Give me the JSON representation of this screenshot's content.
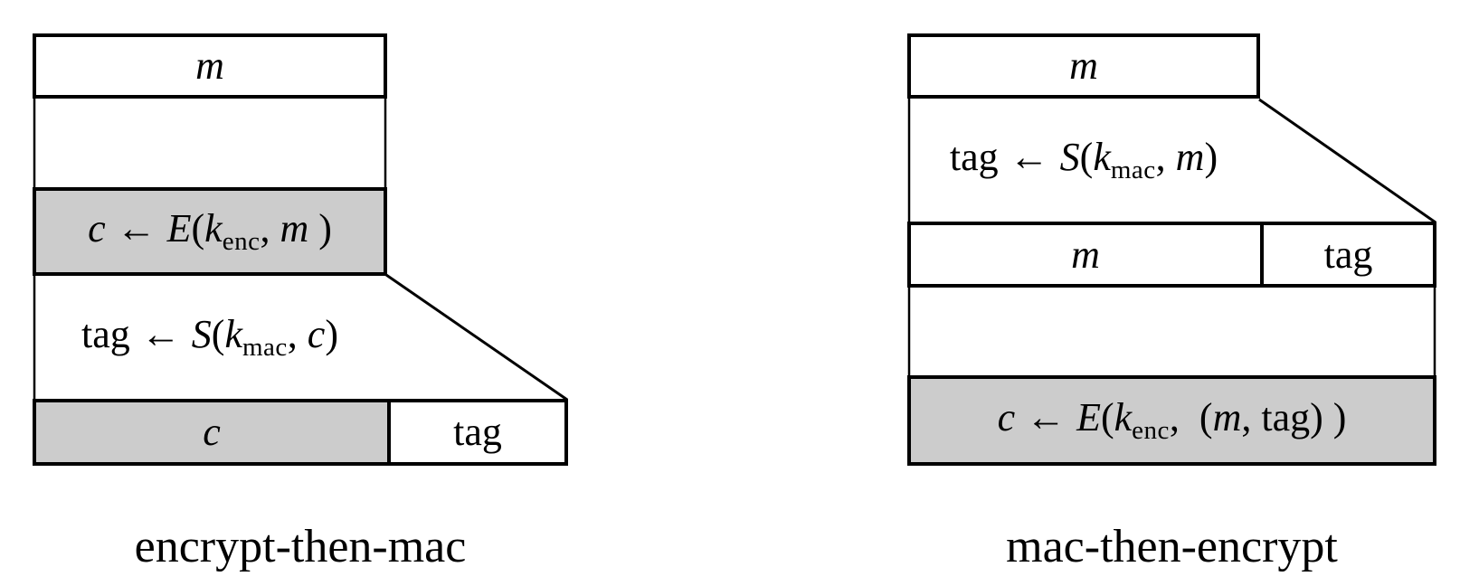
{
  "figure": {
    "background": "#ffffff",
    "line_color": "#000000",
    "shaded_fill": "#cccccc",
    "left": {
      "message_box": "m",
      "encrypt_step": {
        "result_var": "c",
        "arrow": "←",
        "function": "E",
        "open_paren": "(",
        "key_var": "k",
        "key_subscript": "enc",
        "comma": ", ",
        "argument": "m",
        "close_paren": " )"
      },
      "mac_step": {
        "result_label": "tag",
        "arrow": "←",
        "function": "S",
        "open_paren": "(",
        "key_var": "k",
        "key_subscript": "mac",
        "comma": ", ",
        "argument": "c",
        "close_paren": ")"
      },
      "output_row": {
        "ciphertext": "c",
        "tag": "tag"
      },
      "caption": "encrypt-then-mac"
    },
    "right": {
      "message_box": "m",
      "mac_step": {
        "result_label": "tag",
        "arrow": "←",
        "function": "S",
        "open_paren": "(",
        "key_var": "k",
        "key_subscript": "mac",
        "comma": ", ",
        "argument": "m",
        "close_paren": ")"
      },
      "concat_row": {
        "message": "m",
        "tag": "tag"
      },
      "encrypt_step": {
        "result_var": "c",
        "arrow": "←",
        "function": "E",
        "open_paren": "(",
        "key_var": "k",
        "key_subscript": "enc",
        "comma": ",  ",
        "group_open": "(",
        "group_arg1": "m",
        "group_comma": ", ",
        "group_arg2": "tag",
        "group_close": ")",
        "close_paren": " )"
      },
      "caption": "mac-then-encrypt"
    }
  }
}
